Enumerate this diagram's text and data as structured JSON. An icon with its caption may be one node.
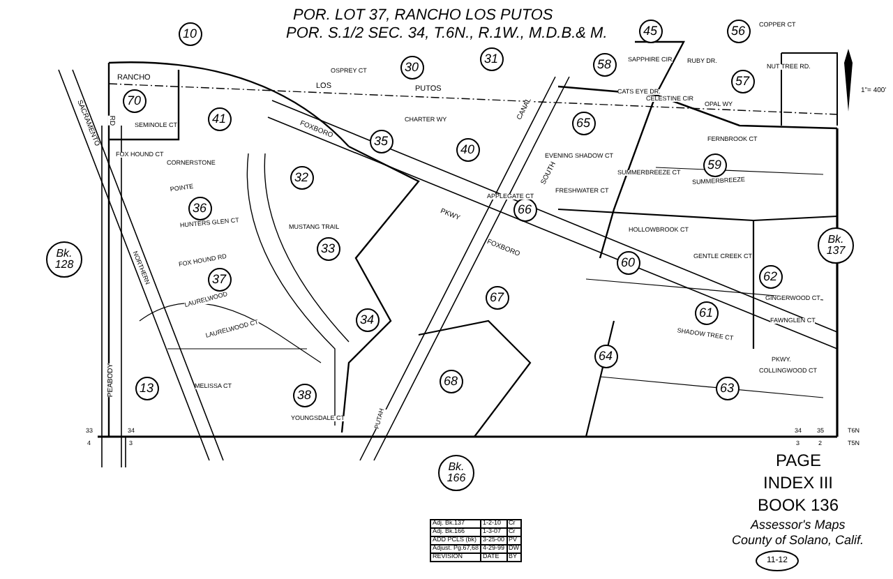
{
  "diagram": {
    "title": "POR. LOT 37, RANCHO LOS PUTOS",
    "nodes": [
      {
        "text": [
          "10"
        ]
      },
      {
        "text": [
          "30"
        ]
      },
      {
        "text": [
          "31"
        ]
      },
      {
        "text": [
          "45"
        ]
      },
      {
        "text": [
          "56"
        ]
      },
      {
        "text": [
          "58"
        ]
      },
      {
        "text": [
          "70"
        ]
      },
      {
        "text": [
          "41"
        ]
      },
      {
        "text": [
          "35"
        ]
      },
      {
        "text": [
          "40"
        ]
      },
      {
        "text": [
          "65"
        ]
      },
      {
        "text": [
          "57"
        ]
      },
      {
        "text": [
          "36"
        ]
      },
      {
        "text": [
          "32"
        ]
      },
      {
        "text": [
          "66"
        ]
      },
      {
        "text": [
          "59"
        ]
      },
      {
        "text": [
          "33"
        ]
      },
      {
        "text": [
          "60"
        ]
      },
      {
        "text": [
          "62"
        ]
      },
      {
        "text": [
          "37"
        ]
      },
      {
        "text": [
          "34"
        ]
      },
      {
        "text": [
          "67"
        ]
      },
      {
        "text": [
          "61"
        ]
      },
      {
        "text": [
          "68"
        ]
      },
      {
        "text": [
          "64"
        ]
      },
      {
        "text": [
          "63"
        ]
      },
      {
        "text": [
          "13"
        ]
      },
      {
        "text": [
          "38"
        ]
      },
      {
        "text": [
          "Bk. 128"
        ]
      },
      {
        "text": [
          "Bk. 137"
        ]
      },
      {
        "text": [
          "Bk. 166"
        ]
      },
      {
        "text": [
          "11-12"
        ]
      }
    ],
    "labels": [
      "POR. S.1/2 SEC. 34, T.6N., R.1W., M.D.B.& M.",
      "RANCHO",
      "RD",
      "SACRAMENTO",
      "SEMINOLE CT",
      "LOS",
      "PUTOS",
      "OSPREY CT",
      "CHARTER WY",
      "FOX HOUND CT",
      "CORNERSTONE",
      "POINTE",
      "HUNTERS GLEN CT",
      "FOX HOUND RD",
      "NORTHERN",
      "PEABODY",
      "LAURELWOOD",
      "LAURELWOOD CT",
      "MELISSA CT",
      "YOUNGSDALE CT",
      "MUSTANG TRAIL",
      "FOXBORO",
      "FOXBORO",
      "PKWY",
      "SOUTH",
      "CANAL",
      "PUTAH",
      "EVENING SHADOW CT",
      "FRESHWATER CT",
      "APPLEGATE CT",
      "SUMMERBREEZE CT",
      "SUMMERBREEZE",
      "FERNBROOK CT",
      "HOLLOWBROOK CT",
      "GENTLE CREEK CT",
      "GINGERWOOD CT",
      "FAWNGLEN CT",
      "SHADOW TREE CT",
      "COLLINGWOOD CT",
      "SAPPHIRE CIR",
      "RUBY DR.",
      "CATS EYE DR.",
      "CELESTINE CIR",
      "OPAL WY",
      "COPPER CT",
      "NUT TREE RD.",
      "PKWY.",
      "1\"= 400'",
      "33",
      "34",
      "4",
      "3",
      "34",
      "35",
      "3",
      "2",
      "T6N",
      "T5N",
      "PAGE",
      "INDEX III",
      "BOOK 136",
      "Assessor's Maps",
      "County of Solano, Calif.",
      "Adj. Bk.137",
      "1-2-10",
      "Cr",
      "Adj. Bk.166",
      "1-3-07",
      "Cr",
      "ADD PCLS (bk)",
      "3-25-00",
      "PV",
      "Adjust. Pg.67,68",
      "4-29-99",
      "DW",
      "REVISION",
      "DATE",
      "BY"
    ]
  }
}
